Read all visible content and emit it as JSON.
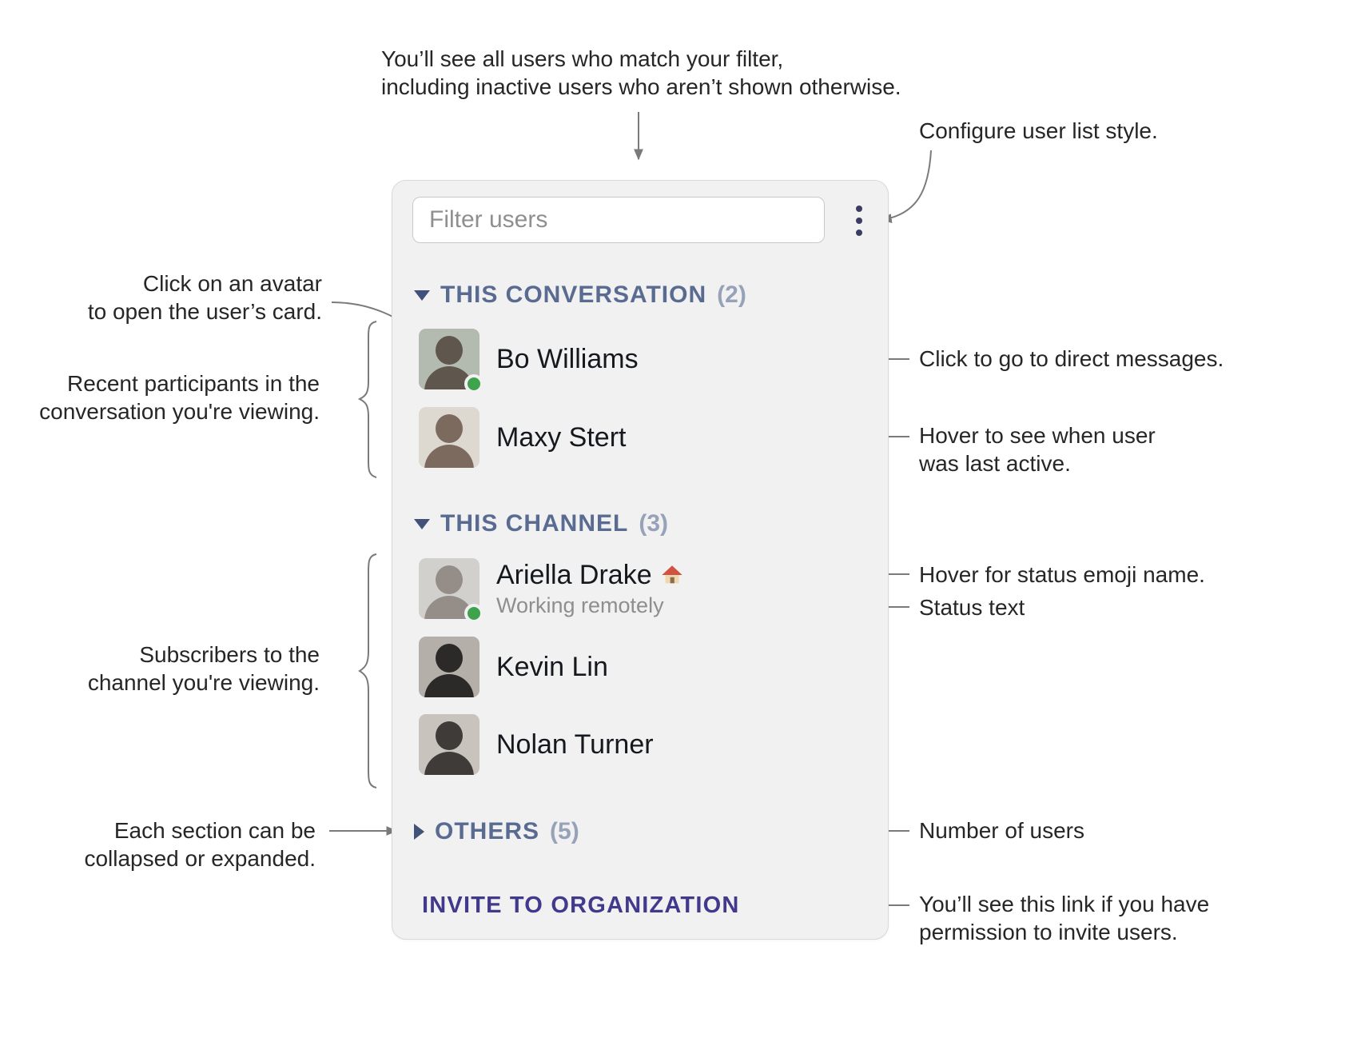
{
  "panel": {
    "filter": {
      "placeholder": "Filter users"
    },
    "menu_icon": "vertical-ellipsis-icon",
    "sections": [
      {
        "label": "THIS CONVERSATION",
        "count": "(2)",
        "collapsed": false,
        "users": [
          {
            "name": "Bo Williams",
            "presence_dot": true
          },
          {
            "name": "Maxy Stert",
            "presence_dot": false
          }
        ]
      },
      {
        "label": "THIS CHANNEL",
        "count": "(3)",
        "collapsed": false,
        "users": [
          {
            "name": "Ariella Drake",
            "status_emoji": "🏠",
            "status_emoji_name": "house",
            "status_text": "Working remotely",
            "presence_dot": true
          },
          {
            "name": "Kevin Lin",
            "presence_dot": false
          },
          {
            "name": "Nolan Turner",
            "presence_dot": false
          }
        ]
      },
      {
        "label": "OTHERS",
        "count": "(5)",
        "collapsed": true,
        "users": []
      }
    ],
    "invite_link": "INVITE TO ORGANIZATION"
  },
  "annotations": {
    "filter_note": "You’ll see all users who match your filter,\nincluding inactive users who aren’t shown otherwise.",
    "configure_note": "Configure user list style.",
    "avatar_note": "Click on an avatar\nto open the user’s card.",
    "participants_note": "Recent participants in the\nconversation you're viewing.",
    "dm_note": "Click to go to direct messages.",
    "last_active_note": "Hover to see when user\nwas last active.",
    "status_emoji_note": "Hover for status emoji name.",
    "status_text_note": "Status text",
    "subscribers_note": "Subscribers to the\nchannel you're viewing.",
    "collapse_note": "Each section can be\ncollapsed or expanded.",
    "count_note": "Number of users",
    "invite_note": "You’ll see this link if you have\npermission to invite users."
  },
  "colors": {
    "section_header": "#5a6b92",
    "section_count": "#97a2b8",
    "presence_online": "#3fa34d",
    "invite_link": "#41398c",
    "menu_icon": "#3b3b63",
    "annotation_line": "#7a7a7a",
    "panel_background": "#f1f1f2"
  }
}
